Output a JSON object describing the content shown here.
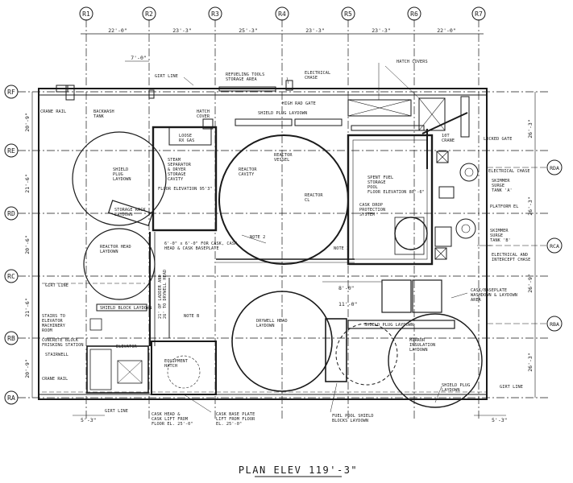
{
  "title": "PLAN ELEV 119'-3\"",
  "col_grid": [
    "R1",
    "R2",
    "R3",
    "R4",
    "R5",
    "R6",
    "R7"
  ],
  "row_grid_left": [
    "RF",
    "RE",
    "RD",
    "RC",
    "RB",
    "RA"
  ],
  "row_grid_right": [
    "RDA",
    "RCA",
    "RBA"
  ],
  "top_dims": [
    "22'-0\"",
    "23'-3\"",
    "25'-3\"",
    "23'-3\"",
    "23'-3\"",
    "22'-0\""
  ],
  "top_sub_dim": "7'-0\"",
  "left_dims": [
    "20'-9\"",
    "21'-6\"",
    "20'-6\"",
    "21'-6\"",
    "20'-9\""
  ],
  "right_dims": [
    "26'-3\"",
    "26'-3\"",
    "26'-9\"",
    "26'-3\""
  ],
  "bottom_dims": [
    "5'-3\"",
    "5'-3\""
  ],
  "labels": {
    "girt_line_top": "GIRT LINE",
    "refueling_tools": "REFUELING TOOLS\nSTORAGE AREA",
    "electrical_chase_top": "ELECTRICAL\nCHASE",
    "hatch_covers": "HATCH COVERS",
    "crane_rail_top": "CRANE RAIL",
    "backwash_tank": "BACKWASH\nTANK",
    "hatch_cover": "HATCH\nCOVER",
    "high_rad_gate": "HIGH RAD GATE",
    "shield_plug_laydown_top": "SHIELD PLUG LAYDOWN",
    "locked_gate": "LOCKED GATE",
    "crane_10t": "10T\nCRANE",
    "loose_rx_gas": "LOOSE\nRX GAS",
    "steam_separator": "STEAM\nSEPARATOR\n& DRYER\nSTORAGE\nCAVITY",
    "floor_elev_95": "FLOOR ELEVATION 95'3\"",
    "reactor_cavity": "REACTOR\nCAVITY",
    "reactor_vessel": "REACTOR\nVESSEL",
    "reactor_cl": "REACTOR\nCL",
    "spent_fuel_pool": "SPENT FUEL\nSTORAGE\nPOOL\nFLOOR ELEVATION 80'-6\"",
    "cask_drop": "CASK DROP\nPROTECTION\nSYSTEM",
    "electrical_chase_right": "ELECTRICAL CHASE",
    "skimmer_surge_a": "SKIMMER\nSURGE\nTANK 'A'",
    "platform_el": "PLATFORM EL",
    "skimmer_surge_b": "SKIMMER\nSURGE\nTANK 'B'",
    "electrical_intercept": "ELECTRICAL AND\nINTERCEPT CHASE",
    "shield_plug_laydown_left": "SHIELD\nPLUG\nLAYDOWN",
    "storage_rack": "STORAGE RACK\nLAYDOWN",
    "reactor_head_laydown": "REACTOR HEAD\nLAYDOWN",
    "cask_baseplate": "6'-0\" x 6'-0\" FOR CASK, CASK\nHEAD & CASK BASEPLATE",
    "note2": "NOTE 2",
    "note3": "NOTE 3",
    "girt_line_left": "GIRT LINE",
    "shield_block_laydown": "SHIELD BLOCK LAYDOWN",
    "stairs_elevator": "STAIRS TO\nELEVATOR\nMACHINERY\nROOM",
    "concrete_block": "CONCRETE BLOCK\nFRISKING STATION",
    "stairwell": "STAIRWELL",
    "elevator": "ELEVATOR",
    "crane_rail_bottom": "CRANE RAIL",
    "girt_line_bottom": "GIRT LINE",
    "girt_line_right": "GIRT LINE",
    "note_b": "NOTE B",
    "equipment_hatch": "EQUIPMENT\nHATCH",
    "drywell_head": "DRYWELL HEAD\nLAYDOWN",
    "dim_8_0": "8'-0\"",
    "dim_11_0": "11'-0\"",
    "shield_plug_laydown_mid": "SHIELD PLUG LAYDOWN",
    "mirror_insulation": "MIRROR\nINSULATION\nLAYDOWN",
    "shield_plug_laydown_right": "SHIELD PLUG\nLAYDOWN",
    "cask_baseplate_washdown": "CASK/BASEPLATE\nWASHDOWN & LAYDOWN\nAREA",
    "cask_head_lift": "CASK HEAD &\nCASK LIFT FROM\nFLOOR EL. 25'-0\"",
    "cask_base_plate": "CASK BASE PLATE\nLIFT FROM FLOOR\nEL. 25'-0\"",
    "fuel_pool_shield": "FUEL POOL SHIELD\nBLOCKS LAYDOWN",
    "vertical_note": "21' OF LADDER AND\n26' TO DRYWELL HEAD"
  }
}
